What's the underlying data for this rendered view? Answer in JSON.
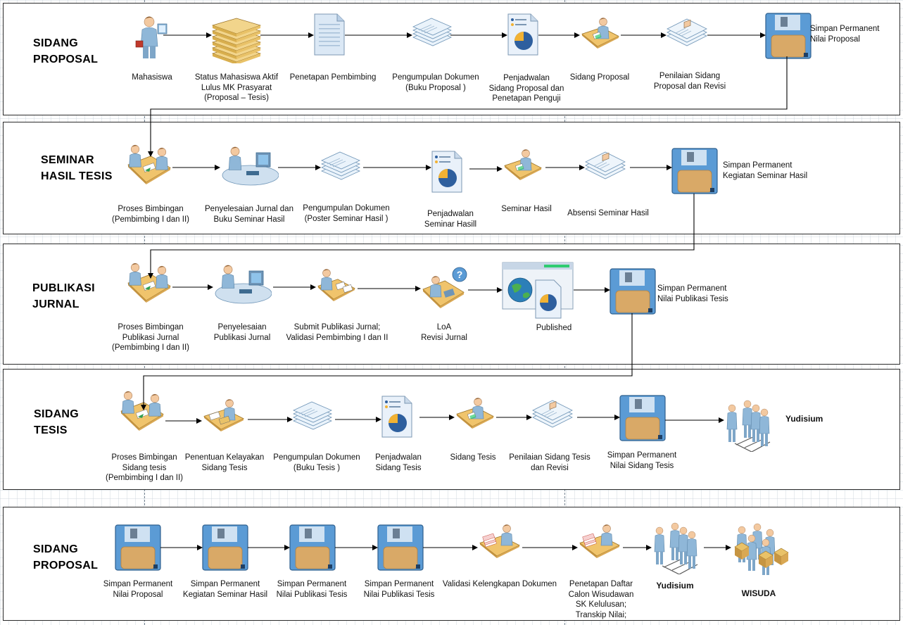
{
  "lanes": [
    {
      "title": "SIDANG\nPROPOSAL",
      "steps": [
        {
          "label": "Mahasiswa",
          "icon": "student-icon"
        },
        {
          "label": "Status Mahasiswa Aktif\nLulus MK Prasyarat\n(Proposal – Tesis)",
          "icon": "document-stack-icon"
        },
        {
          "label": "Penetapan Pembimbing",
          "icon": "document-icon"
        },
        {
          "label": "Pengumpulan Dokumen\n(Buku Proposal )",
          "icon": "document-pile-icon"
        },
        {
          "label": "Penjadwalan\nSidang Proposal dan\nPenetapan Penguji",
          "icon": "report-chart-icon"
        },
        {
          "label": "Sidang Proposal",
          "icon": "meeting-desk-icon"
        },
        {
          "label": "Penilaian Sidang\nProposal dan Revisi",
          "icon": "profile-documents-icon"
        },
        {
          "label": "Simpan Permanent\nNilai Proposal",
          "icon": "floppy-disk-icon"
        }
      ]
    },
    {
      "title": "SEMINAR\nHASIL TESIS",
      "steps": [
        {
          "label": "Proses Bimbingan\n(Pembimbing I dan II)",
          "icon": "consultation-icon"
        },
        {
          "label": "Penyelesaian Jurnal dan\nBuku Seminar Hasil",
          "icon": "workstation-icon"
        },
        {
          "label": "Pengumpulan Dokumen\n(Poster Seminar Hasil )",
          "icon": "document-pile-icon"
        },
        {
          "label": "Penjadwalan\nSeminar Hasill",
          "icon": "report-chart-icon"
        },
        {
          "label": "Seminar Hasil",
          "icon": "meeting-desk-icon"
        },
        {
          "label": "Absensi Seminar Hasil",
          "icon": "profile-documents-icon"
        },
        {
          "label": "Simpan Permanent\nKegiatan Seminar Hasil",
          "icon": "floppy-disk-icon"
        }
      ]
    },
    {
      "title": "PUBLIKASI\nJURNAL",
      "steps": [
        {
          "label": "Proses Bimbingan\nPublikasi Jurnal\n(Pembimbing I dan II)",
          "icon": "consultation-icon"
        },
        {
          "label": "Penyelesaian\nPublikasi Jurnal",
          "icon": "workstation-icon"
        },
        {
          "label": "Submit Publikasi Jurnal;\nValidasi Pembimbing I dan II",
          "icon": "submit-desk-icon"
        },
        {
          "label": "LoA\nRevisi Jurnal",
          "icon": "help-desk-icon"
        },
        {
          "label": "Published",
          "icon": "web-publish-icon"
        },
        {
          "label": "Simpan Permanent\nNilai Publikasi Tesis",
          "icon": "floppy-disk-icon"
        }
      ]
    },
    {
      "title": "SIDANG\nTESIS",
      "steps": [
        {
          "label": "Proses Bimbingan\nSidang tesis\n(Pembimbing I dan II)",
          "icon": "consultation-icon"
        },
        {
          "label": "Penentuan Kelayakan\nSidang Tesis",
          "icon": "review-desk-icon"
        },
        {
          "label": "Pengumpulan Dokumen\n(Buku Tesis )",
          "icon": "document-pile-icon"
        },
        {
          "label": "Penjadwalan\nSidang Tesis",
          "icon": "report-chart-icon"
        },
        {
          "label": "Sidang Tesis",
          "icon": "meeting-desk-icon"
        },
        {
          "label": "Penilaian Sidang Tesis\ndan Revisi",
          "icon": "profile-documents-icon"
        },
        {
          "label": "Simpan Permanent\nNilai Sidang Tesis",
          "icon": "floppy-disk-icon"
        },
        {
          "label": "Yudisium",
          "icon": "people-group-icon"
        }
      ]
    },
    {
      "title": "SIDANG\nPROPOSAL",
      "steps": [
        {
          "label": "Simpan Permanent\nNilai Proposal",
          "icon": "floppy-disk-icon"
        },
        {
          "label": "Simpan Permanent\nKegiatan Seminar Hasil",
          "icon": "floppy-disk-icon"
        },
        {
          "label": "Simpan Permanent\nNilai Publikasi Tesis",
          "icon": "floppy-disk-icon"
        },
        {
          "label": "Simpan Permanent\nNilai Publikasi Tesis",
          "icon": "floppy-disk-icon"
        },
        {
          "label": "Validasi Kelengkapan Dokumen",
          "icon": "paperwork-desk-icon"
        },
        {
          "label": "Penetapan Daftar\nCalon Wisudawan\nSK Kelulusan;\nTranskip Nilai;",
          "icon": "paperwork-desk-icon"
        },
        {
          "label": "Yudisium",
          "icon": "people-group-icon"
        },
        {
          "label": "WISUDA",
          "icon": "graduation-boxes-icon"
        }
      ]
    }
  ],
  "colors": {
    "line": "#000000",
    "lane_border": "#2b2b2b",
    "disk_blue": "#5b9bd5",
    "disk_label": "#d9a967",
    "person": "#8fb7d8",
    "desk": "#f0c46c",
    "chart_blue": "#2e5f9e",
    "chart_gold": "#f2b233"
  }
}
